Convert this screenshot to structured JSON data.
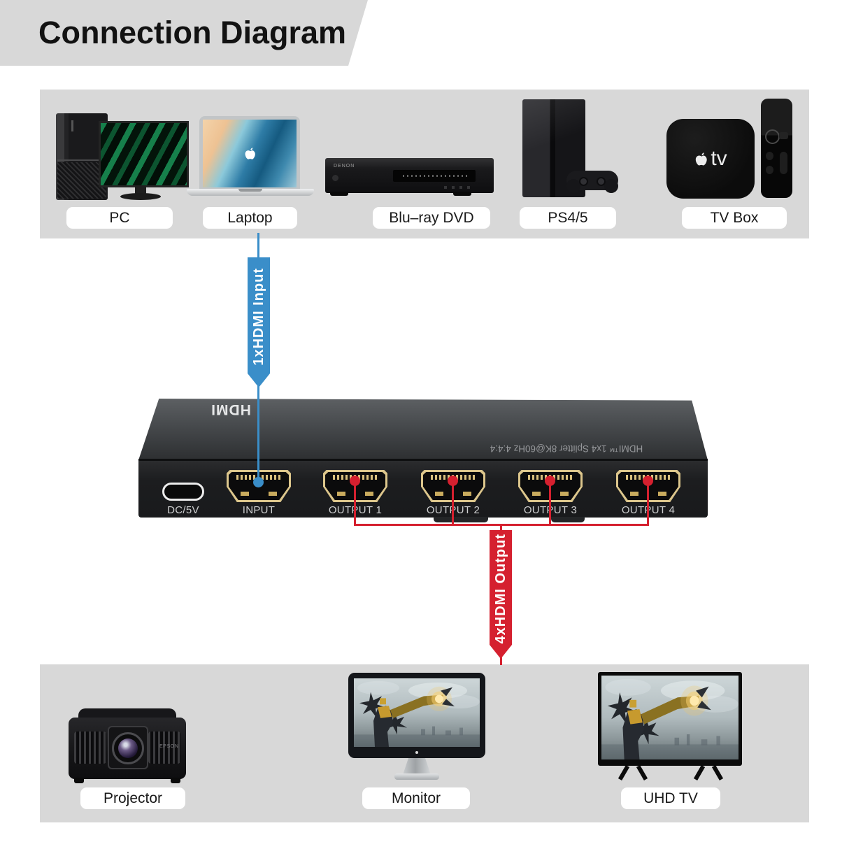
{
  "title": "Connection Diagram",
  "colors": {
    "input_blue": "#3a8ec9",
    "output_red": "#d5202f",
    "panel_gray": "#d8d8d8"
  },
  "top_row": {
    "pc": "PC",
    "laptop": "Laptop",
    "bluray": "Blu–ray DVD",
    "ps": "PS4/5",
    "tvbox": "TV Box"
  },
  "arrows": {
    "input_label": "1xHDMI Input",
    "output_label": "4xHDMI Output"
  },
  "splitter": {
    "logo": "HDMI",
    "top_text": "HDMI™ 1x4 Splitter 8K@60Hz 4:4:4",
    "ports": {
      "dc": "DC/5V",
      "input": "INPUT",
      "out1": "OUTPUT 1",
      "out2": "OUTPUT 2",
      "out3": "OUTPUT 3",
      "out4": "OUTPUT 4"
    }
  },
  "bottom_row": {
    "projector": "Projector",
    "monitor": "Monitor",
    "uhdtv": "UHD TV"
  },
  "brands": {
    "bluray_brand": "DENON",
    "appletv_text": "tv",
    "projector_brand": "EPSON"
  }
}
